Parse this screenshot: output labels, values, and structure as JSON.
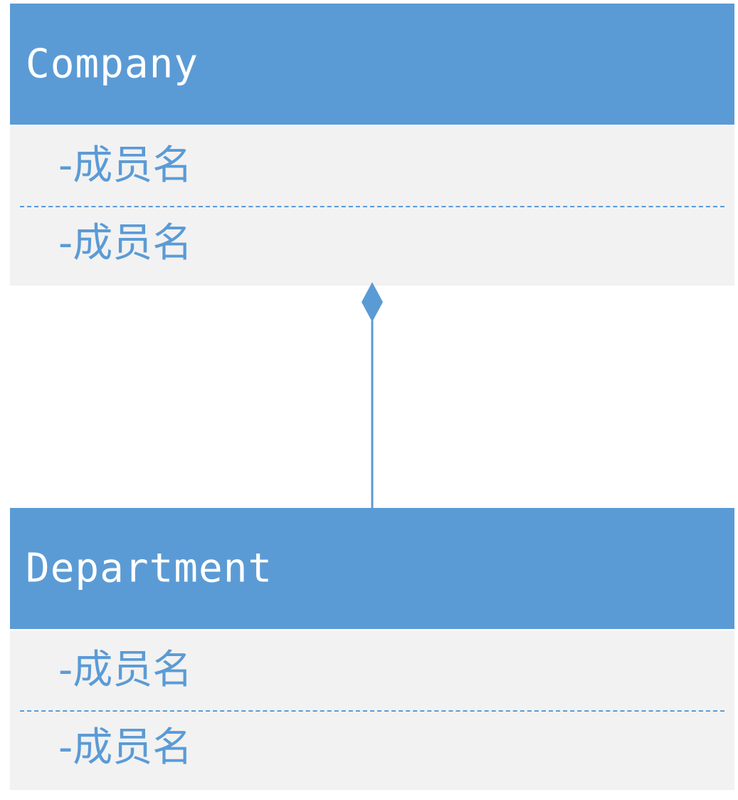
{
  "diagram": {
    "classes": [
      {
        "name": "Company",
        "attribute": "-成员名",
        "operation": "-成员名"
      },
      {
        "name": "Department",
        "attribute": "-成员名",
        "operation": "-成员名"
      }
    ],
    "relation": {
      "type": "composition",
      "whole": "Company",
      "part": "Department",
      "line_color": "#5b9bd5"
    },
    "colors": {
      "header": "#5b9bd5",
      "body": "#f2f2f2",
      "header_text": "#ffffff",
      "member_text": "#5b9bd5"
    }
  }
}
